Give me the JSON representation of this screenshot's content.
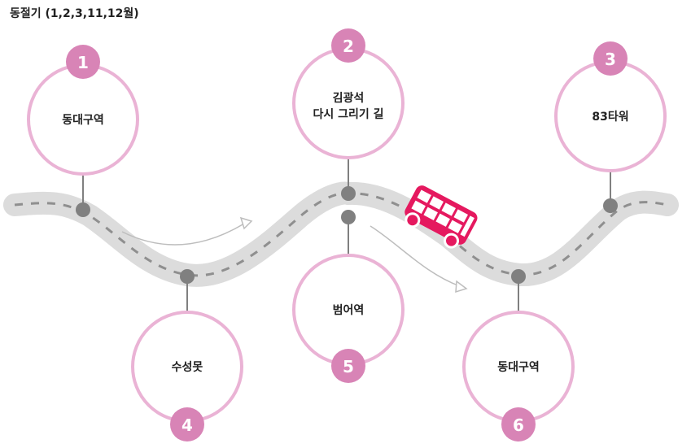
{
  "header": {
    "title": "동절기 (1,2,3,11,12월)"
  },
  "colors": {
    "ring": "#eab3d5",
    "badge": "#d884b6",
    "road": "#dcdcdc",
    "dash": "#8f8f8f",
    "node": "#808080",
    "bus": "#e5195f"
  },
  "stops": [
    {
      "number": "1",
      "lines": [
        "동대구역"
      ]
    },
    {
      "number": "2",
      "lines": [
        "김광석",
        "다시 그리기 길"
      ]
    },
    {
      "number": "3",
      "lines": [
        "83타워"
      ]
    },
    {
      "number": "4",
      "lines": [
        "수성못"
      ]
    },
    {
      "number": "5",
      "lines": [
        "범어역"
      ]
    },
    {
      "number": "6",
      "lines": [
        "동대구역"
      ]
    }
  ],
  "icons": {
    "bus": "bus-icon"
  }
}
